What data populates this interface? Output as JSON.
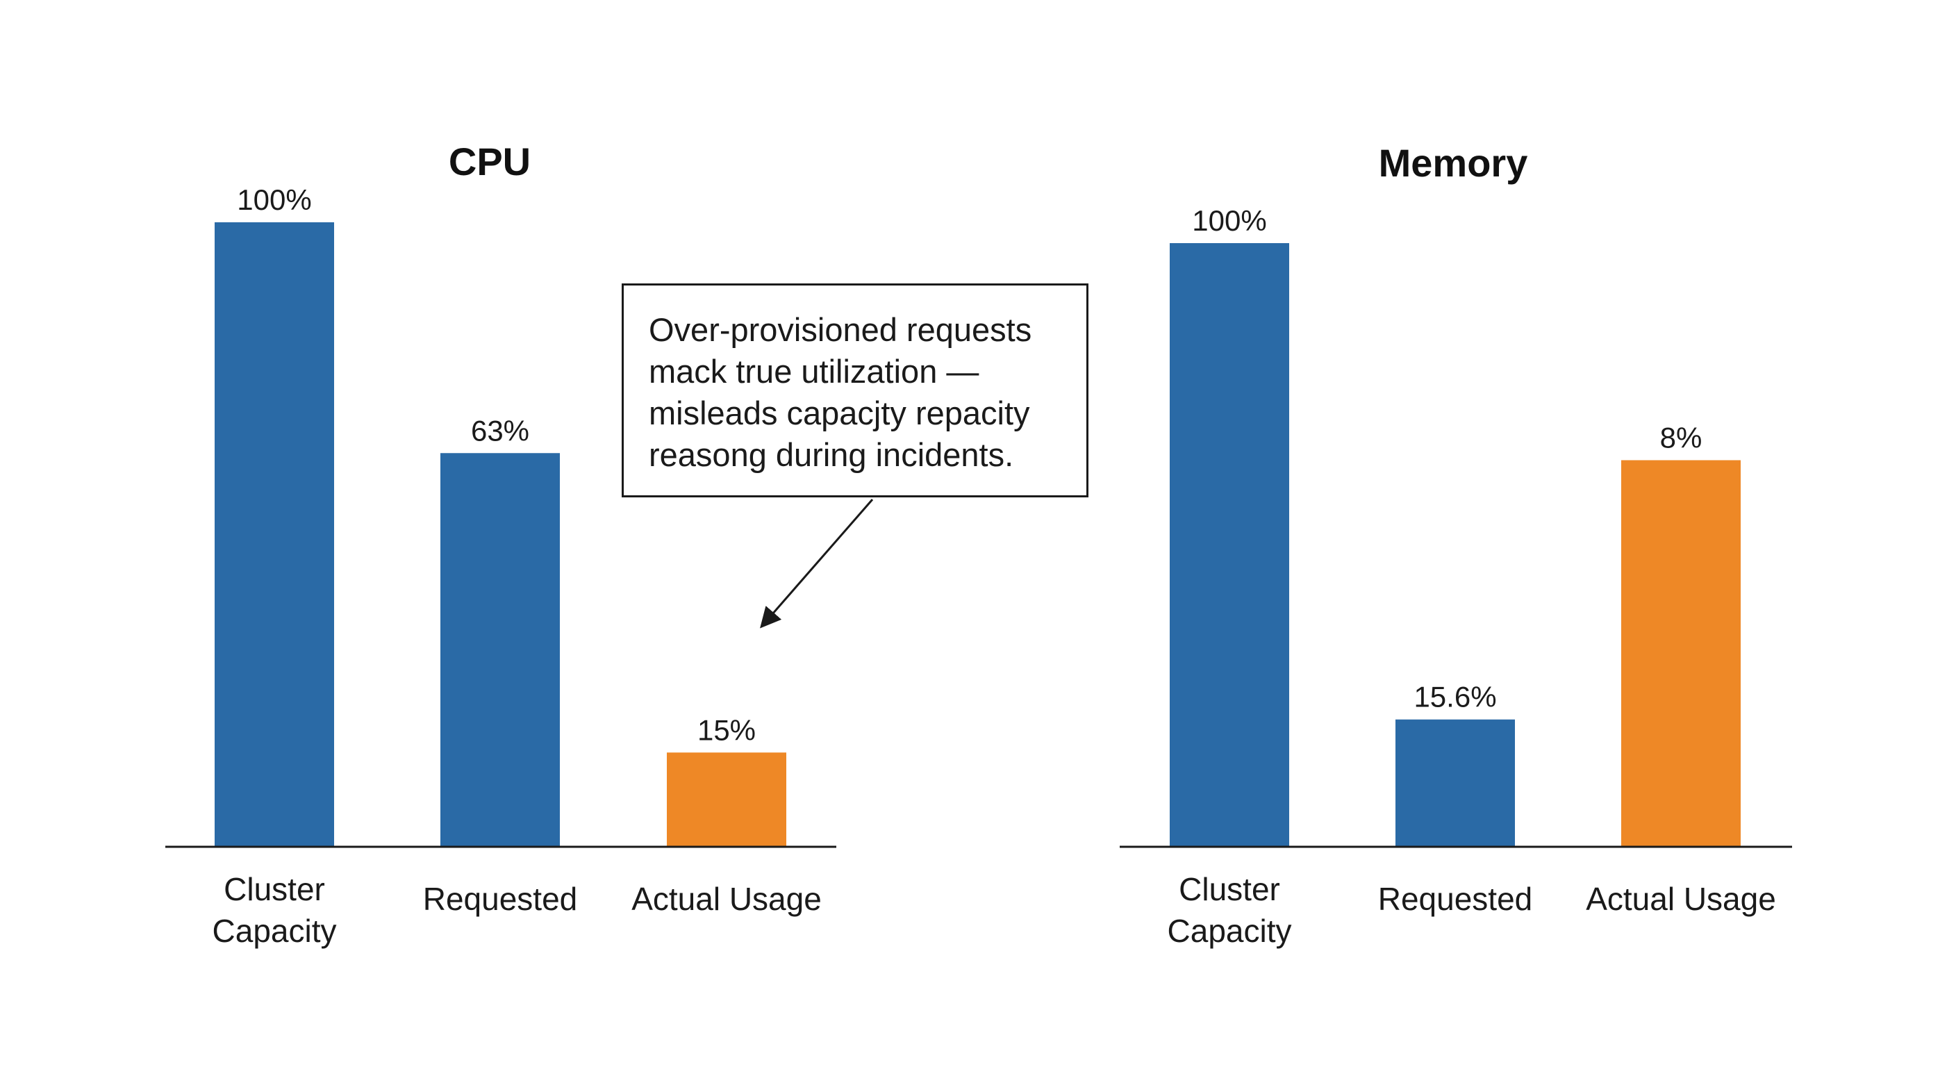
{
  "chart_data": [
    {
      "type": "bar",
      "title": "CPU",
      "categories": [
        "Cluster\nCapacity",
        "Requested",
        "Actual Usage"
      ],
      "values": [
        100,
        63,
        15
      ],
      "data_labels": [
        "100%",
        "63%",
        "15%"
      ],
      "bar_colors": [
        "#2a6aa6",
        "#2a6aa6",
        "#ee8826"
      ],
      "ylim": [
        0,
        100
      ],
      "grid": false,
      "legend": "none"
    },
    {
      "type": "bar",
      "title": "Memory",
      "categories": [
        "Cluster\nCapacity",
        "Requested",
        "Actual Usage"
      ],
      "values": [
        100,
        21,
        64
      ],
      "data_labels": [
        "100%",
        "15.6%",
        "8%"
      ],
      "bar_colors": [
        "#2a6aa6",
        "#2a6aa6",
        "#ee8826"
      ],
      "ylim": [
        0,
        100
      ],
      "grid": false,
      "legend": "none"
    }
  ],
  "annotation": {
    "lines": [
      "Over-provisioned requests",
      "mack true utilization —",
      "misleads capacjty repacity",
      "reasong during incidents."
    ]
  },
  "colors": {
    "requested": "#2a6aa6",
    "actual": "#ee8826",
    "axis": "#1a1a1a"
  }
}
